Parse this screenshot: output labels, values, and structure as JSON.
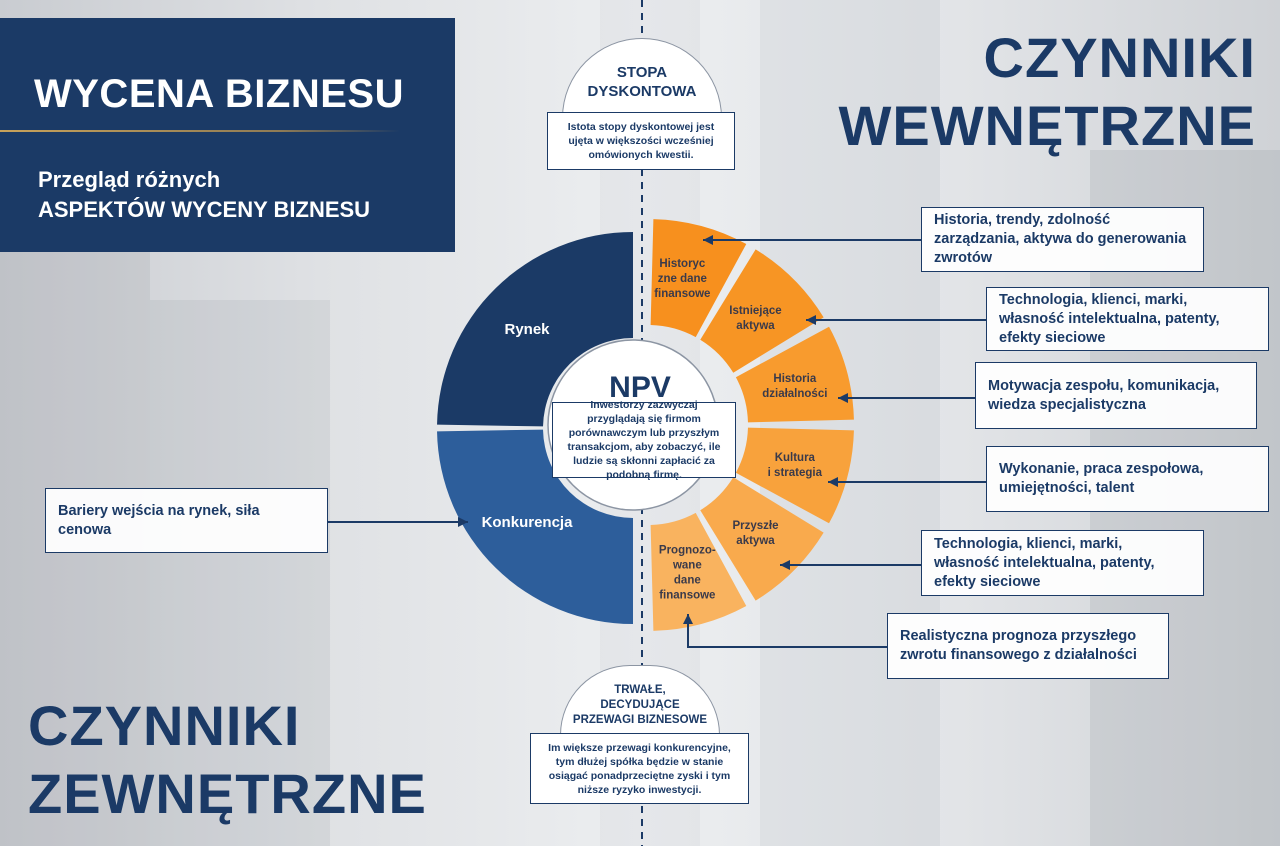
{
  "header": {
    "title": "WYCENA BIZNESU",
    "subtitle_line1": "Przegląd różnych",
    "subtitle_line2": "ASPEKTÓW WYCENY BIZNESU"
  },
  "internal_heading": {
    "line1": "CZYNNIKI",
    "line2": "WEWNĘTRZNE"
  },
  "external_heading": {
    "line1": "CZYNNIKI",
    "line2": "ZEWNĘTRZNE"
  },
  "top_card": {
    "title_line1": "STOPA",
    "title_line2": "DYSKONTOWA",
    "text": "Istota stopy dyskontowej jest ujęta w większości wcześniej omówionych kwestii."
  },
  "center": {
    "title": "NPV",
    "text": "Inwestorzy zazwyczaj przyglądają się firmom porównawczym lub przyszłym transakcjom, aby zobaczyć, ile ludzie są skłonni zapłacić za podobną firmę."
  },
  "bottom_card": {
    "title_line1": "TRWAŁE,",
    "title_line2": "DECYDUJĄCE",
    "title_line3": "PRZEWAGI BIZNESOWE",
    "text": "Im większe przewagi konkurencyjne, tym dłużej spółka będzie w stanie osiągać ponadprzeciętne zyski i tym niższe ryzyko inwestycji."
  },
  "external_segments": [
    {
      "label": "Rynek",
      "color": "#1b3a66"
    },
    {
      "label": "Konkurencja",
      "color": "#2d5e9b",
      "description": "Bariery wejścia na rynek, siła cenowa"
    }
  ],
  "internal_segments": [
    {
      "lines": [
        "Historyc",
        "zne dane",
        "finansowe"
      ],
      "color": "#f7901e",
      "description": "Historia, trendy, zdolność zarządzania, aktywa do generowania zwrotów"
    },
    {
      "lines": [
        "Istniejące",
        "aktywa"
      ],
      "color": "#f79524",
      "description": "Technologia, klienci, marki, własność intelektualna, patenty, efekty sieciowe"
    },
    {
      "lines": [
        "Historia",
        "działalności"
      ],
      "color": "#f89b2e",
      "description": "Motywacja zespołu, komunikacja, wiedza specjalistyczna"
    },
    {
      "lines": [
        "Kultura",
        "i strategia"
      ],
      "color": "#f8a23c",
      "description": "Wykonanie, praca zespołowa, umiejętności, talent"
    },
    {
      "lines": [
        "Przyszłe",
        "aktywa"
      ],
      "color": "#f9aa4d",
      "description": "Technologia, klienci, marki, własność intelektualna, patenty, efekty sieciowe"
    },
    {
      "lines": [
        "Prognozo-",
        "wane",
        "dane",
        "finansowe"
      ],
      "color": "#f9b35f",
      "description": "Realistyczna prognoza przyszłego zwrotu finansowego z działalności"
    }
  ],
  "colors": {
    "navy": "#1b3a66",
    "accent_gold": "#c8a25a"
  }
}
